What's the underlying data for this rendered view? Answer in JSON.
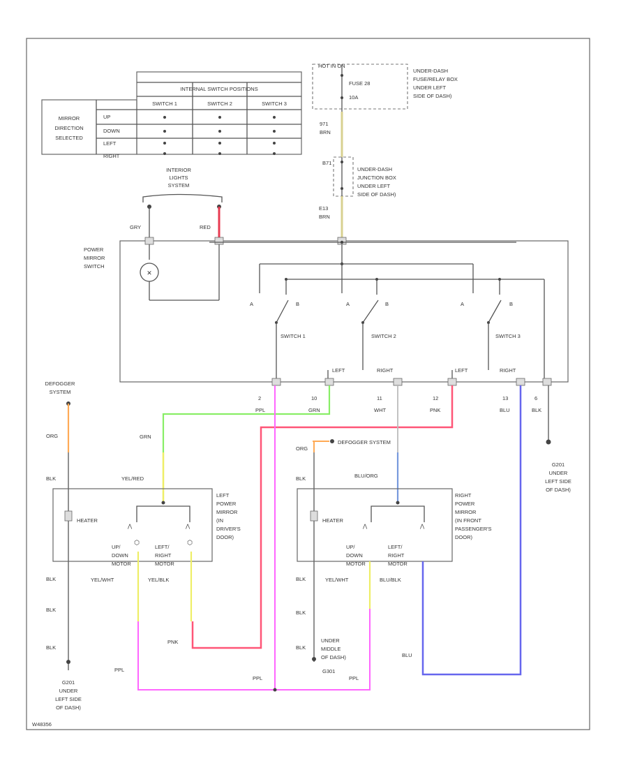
{
  "table": {
    "header": "INTERNAL SWITCH POSITIONS",
    "row_group_label": [
      "MIRROR",
      "DIRECTION",
      "SELECTED"
    ],
    "columns": [
      "SWITCH 1",
      "SWITCH 2",
      "SWITCH 3"
    ],
    "rows": [
      "UP",
      "DOWN",
      "LEFT",
      "RIGHT"
    ]
  },
  "fuse_box": {
    "hot_label": "HOT IN ON",
    "fuse_label": "FUSE 28",
    "amp_label": "10A",
    "location": [
      "UNDER-DASH",
      "FUSE/RELAY BOX",
      "UNDER LEFT",
      "SIDE OF DASH)"
    ]
  },
  "junction": {
    "connector": "B71",
    "location": [
      "UNDER-DASH",
      "JUNCTION BOX",
      "UNDER LEFT",
      "SIDE OF DASH)"
    ]
  },
  "wires": {
    "w1_num": "971",
    "w1_color": "BRN",
    "w2_num": "E13",
    "w2_color": "BRN",
    "gry": "GRY",
    "red": "RED",
    "pins": [
      {
        "num": "2",
        "color": "PPL"
      },
      {
        "num": "10",
        "color": "GRN"
      },
      {
        "num": "11",
        "color": "WHT"
      },
      {
        "num": "12",
        "color": "PNK"
      },
      {
        "num": "13",
        "color": "BLU"
      },
      {
        "num": "6",
        "color": "BLK"
      }
    ],
    "grn": "GRN",
    "yel_red": "YEL/RED",
    "blu_org": "BLU/ORG",
    "org_left": "ORG",
    "org_right": "ORG",
    "blk_left": [
      "BLK",
      "BLK",
      "BLK",
      "BLK"
    ],
    "blk_right": [
      "BLK",
      "BLK",
      "BLK",
      "BLK"
    ],
    "yel_wht_left": "YEL/WHT",
    "yel_blk": "YEL/BLK",
    "yel_wht_right": "YEL/WHT",
    "blu_blk": "BLU/BLK",
    "pnk": "PNK",
    "ppl_left": "PPL",
    "ppl_mid": "PPL",
    "ppl_right": "PPL",
    "blu": "BLU"
  },
  "interior_lights": [
    "INTERIOR",
    "LIGHTS",
    "SYSTEM"
  ],
  "power_mirror_switch": [
    "POWER",
    "MIRROR",
    "SWITCH"
  ],
  "switches": [
    "SWITCH 1",
    "SWITCH 2",
    "SWITCH 3"
  ],
  "terminals": {
    "left": "LEFT",
    "right": "RIGHT",
    "a": "A",
    "b": "B"
  },
  "defogger_left": [
    "DEFOGGER",
    "SYSTEM"
  ],
  "defogger_right": "DEFOGGER SYSTEM",
  "left_mirror": {
    "title": [
      "LEFT",
      "POWER",
      "MIRROR",
      "(IN",
      "DRIVER'S",
      "DOOR)"
    ],
    "heater": "HEATER",
    "updown": [
      "UP/",
      "DOWN",
      "MOTOR"
    ],
    "leftright": [
      "LEFT/",
      "RIGHT",
      "MOTOR"
    ]
  },
  "right_mirror": {
    "title": [
      "RIGHT",
      "POWER",
      "MIRROR",
      "(IN FRONT",
      "PASSENGER'S",
      "DOOR)"
    ],
    "heater": "HEATER",
    "updown": [
      "UP/",
      "DOWN",
      "MOTOR"
    ],
    "leftright": [
      "LEFT/",
      "RIGHT",
      "MOTOR"
    ]
  },
  "grounds": {
    "g_right": {
      "id": "G201",
      "text": [
        "UNDER",
        "LEFT SIDE",
        "OF DASH)"
      ]
    },
    "g_left": {
      "id": "G201",
      "text": [
        "UNDER",
        "LEFT SIDE",
        "OF DASH)"
      ]
    },
    "g_mid": {
      "id": "G301",
      "text": [
        "UNDER",
        "MIDDLE",
        "OF DASH)"
      ]
    }
  },
  "footer_id": "W48356",
  "colors": {
    "red": "#e83b52",
    "pink": "#ff5577",
    "green": "#88ee66",
    "purple": "#ff66ff",
    "blue": "#6666ee",
    "yellow": "#eeee66",
    "orange": "#ffaa55",
    "brown": "#d8d090",
    "gray": "#bbbbbb",
    "light_blue": "#7799dd"
  }
}
